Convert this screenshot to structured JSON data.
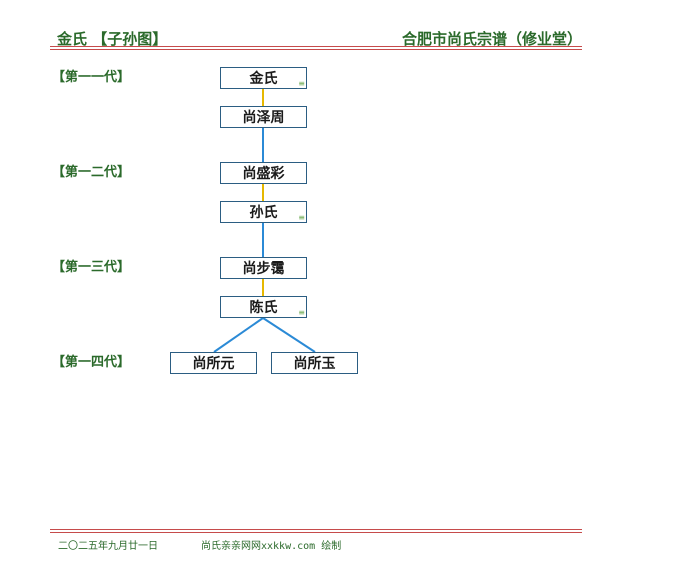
{
  "header": {
    "title_left": "金氏 【子孙图】",
    "title_right": "合肥市尚氏宗谱（修业堂）"
  },
  "generations": [
    "【第一一代】",
    "【第一二代】",
    "【第一三代】",
    "【第一四代】"
  ],
  "people": {
    "p1": "金氏",
    "p2": "尚泽周",
    "p3": "尚盛彩",
    "p4": "孙氏",
    "p5": "尚步霭",
    "p6": "陈氏",
    "p7": "尚所元",
    "p8": "尚所玉"
  },
  "marks": {
    "m1": "≡",
    "m4": "≡",
    "m6": "≡"
  },
  "footer": {
    "date": "二〇二五年九月廿一日",
    "credit": "尚氏亲亲网网xxkkw.com 绘制"
  },
  "colors": {
    "spouse_link": "#e6b800",
    "descent_link": "#2b8ad6",
    "box_border": "#2b5d82",
    "rule": "#c64b4b",
    "label_green": "#2b6a2b"
  }
}
